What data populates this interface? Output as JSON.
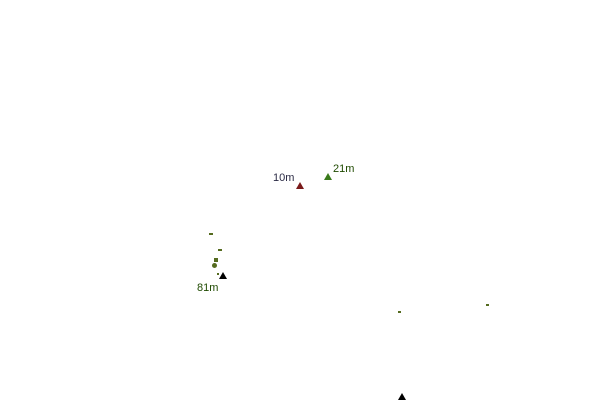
{
  "peaks": [
    {
      "label": "10m",
      "label_color": "#2a2a44",
      "marker_color": "#7a1a1a"
    },
    {
      "label": "21m",
      "label_color": "#1f4a00",
      "marker_color": "#3a7a1a"
    },
    {
      "label": "81m",
      "label_color": "#1f4a00",
      "marker_color": "#000000"
    }
  ],
  "colors": {
    "background": "#ffffff",
    "land": "#556b1f"
  }
}
